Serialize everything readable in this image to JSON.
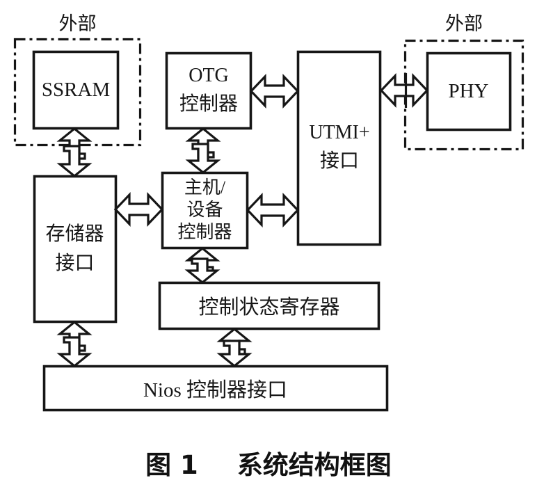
{
  "figure": {
    "caption": {
      "number": "图 1",
      "title": "系统结构框图"
    },
    "external_regions": {
      "left_label": "外部",
      "right_label": "外部"
    },
    "blocks": {
      "ssram": {
        "label": "SSRAM"
      },
      "otg_controller": {
        "lines": [
          "OTG",
          "控制器"
        ]
      },
      "utmi_interface": {
        "lines": [
          "UTMI+",
          "接口"
        ]
      },
      "phy": {
        "label": "PHY"
      },
      "memory_interface": {
        "lines": [
          "存储器",
          "接口"
        ]
      },
      "host_device_controller": {
        "lines": [
          "主机/",
          "设备",
          "控制器"
        ]
      },
      "control_status_register": {
        "label": "控制状态寄存器"
      },
      "nios_controller_interface": {
        "label": "Nios 控制器接口"
      }
    },
    "connections": [
      {
        "from": "ssram",
        "to": "memory_interface",
        "type": "bidirectional"
      },
      {
        "from": "otg_controller",
        "to": "utmi_interface",
        "type": "bidirectional"
      },
      {
        "from": "otg_controller",
        "to": "host_device_controller",
        "type": "bidirectional"
      },
      {
        "from": "utmi_interface",
        "to": "phy",
        "type": "bidirectional"
      },
      {
        "from": "memory_interface",
        "to": "host_device_controller",
        "type": "bidirectional"
      },
      {
        "from": "host_device_controller",
        "to": "utmi_interface",
        "type": "bidirectional"
      },
      {
        "from": "host_device_controller",
        "to": "control_status_register",
        "type": "bidirectional"
      },
      {
        "from": "memory_interface",
        "to": "nios_controller_interface",
        "type": "bidirectional"
      },
      {
        "from": "control_status_register",
        "to": "nios_controller_interface",
        "type": "bidirectional"
      }
    ],
    "colors": {
      "line": "#161616",
      "background": "#ffffff"
    }
  }
}
